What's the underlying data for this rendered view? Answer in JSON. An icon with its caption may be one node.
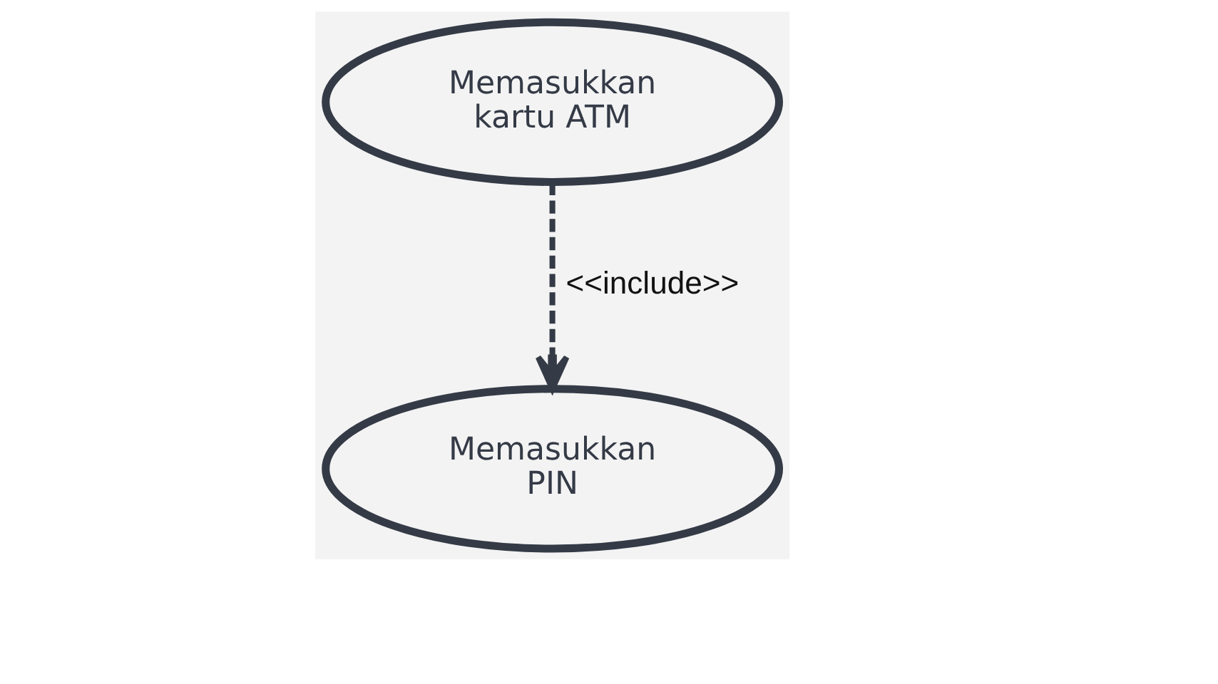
{
  "diagram": {
    "nodes": [
      {
        "text": [
          "Memasukkan kartu ATM"
        ]
      },
      {
        "text": [
          "Memasukkan PIN"
        ]
      }
    ],
    "edges": [
      {
        "from": 0,
        "to": 1,
        "arrow": "to",
        "style": "dashed",
        "label": "<<include>>"
      }
    ]
  }
}
